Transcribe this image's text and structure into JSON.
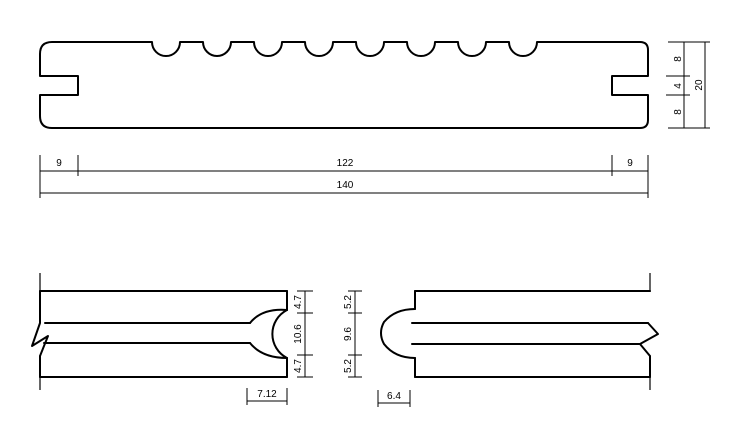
{
  "profile_dimensions": {
    "width_total": "140",
    "width_inner": "122",
    "width_left_groove": "9",
    "width_right_groove": "9",
    "thickness_total": "20",
    "thickness_top": "8",
    "thickness_groove": "4",
    "thickness_bottom": "8"
  },
  "left_detail": {
    "top_land": "4.7",
    "groove_height": "10.6",
    "bottom_land": "4.7",
    "groove_depth": "7.12"
  },
  "right_detail": {
    "top_land": "5.2",
    "tongue_height": "9.6",
    "bottom_land": "5.2",
    "tongue_depth": "6.4"
  }
}
